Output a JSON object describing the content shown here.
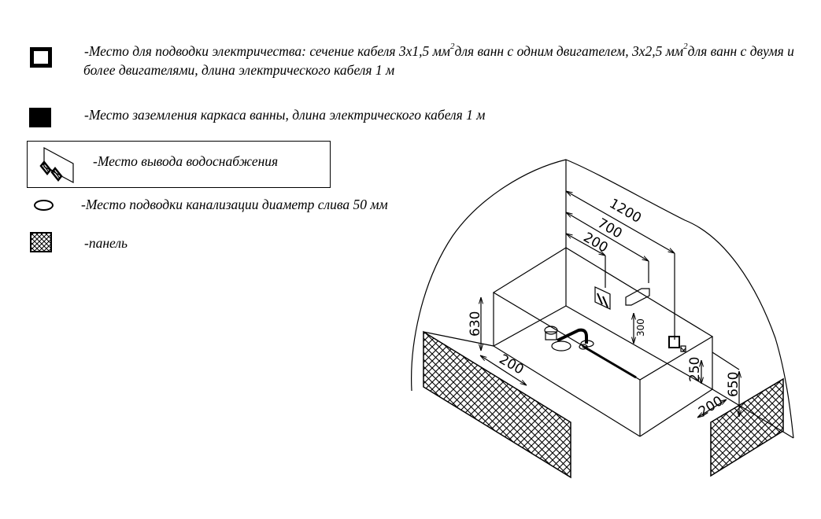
{
  "legend": {
    "electric": {
      "part1": "-Место для подводки электричества: сечение кабеля 3х1,5 мм",
      "sup1": "2",
      "part2": "для ванн с одним двигателем, 3х2,5 мм",
      "sup2": "2",
      "part3": "для ванн с двумя и",
      "line2": "более двигателями, длина электрического кабеля 1 м"
    },
    "grounding": "-Место заземления каркаса ванны, длина электрического кабеля 1 м",
    "water": "-Место вывода водоснабжения",
    "drain": "-Место подводки канализации диаметр слива 50 мм",
    "panel": "-панель"
  },
  "dimensions": {
    "wall_1200": "1200",
    "wall_700": "700",
    "wall_200": "200",
    "height_630": "630",
    "height_300": "300",
    "front_200": "200",
    "height_250": "250",
    "height_650": "650",
    "side_200": "200"
  }
}
